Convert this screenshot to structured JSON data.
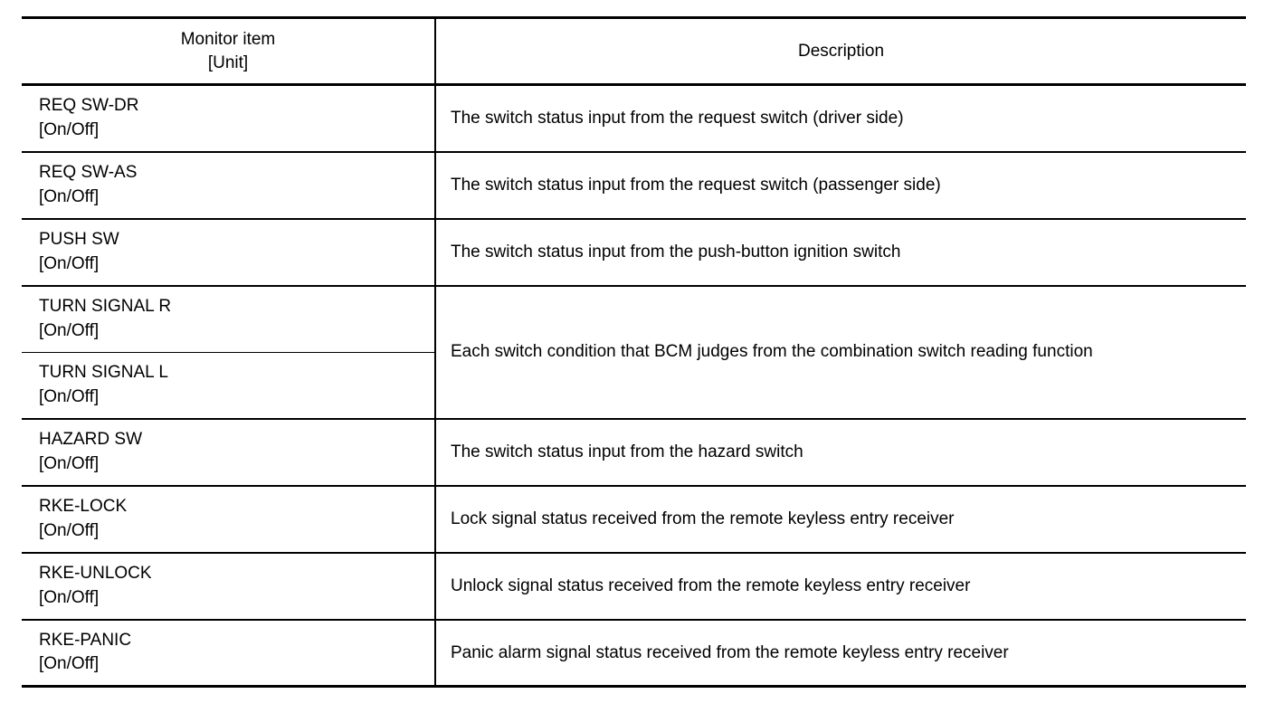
{
  "table": {
    "headers": {
      "monitor_item_line1": "Monitor item",
      "monitor_item_line2": "[Unit]",
      "description": "Description"
    },
    "rows": [
      {
        "name": "REQ SW-DR",
        "unit": "[On/Off]",
        "description": "The switch status input from the request switch (driver side)"
      },
      {
        "name": "REQ SW-AS",
        "unit": "[On/Off]",
        "description": "The switch status input from the request switch (passenger side)"
      },
      {
        "name": "PUSH SW",
        "unit": "[On/Off]",
        "description": "The switch status input from the push-button ignition switch"
      },
      {
        "name": "TURN SIGNAL R",
        "unit": "[On/Off]",
        "description": "Each switch condition that BCM judges from the combination switch reading function"
      },
      {
        "name": "TURN SIGNAL L",
        "unit": "[On/Off]",
        "description": ""
      },
      {
        "name": "HAZARD SW",
        "unit": "[On/Off]",
        "description": "The switch status input from the hazard switch"
      },
      {
        "name": "RKE-LOCK",
        "unit": "[On/Off]",
        "description": "Lock signal status received from the remote keyless entry receiver"
      },
      {
        "name": "RKE-UNLOCK",
        "unit": "[On/Off]",
        "description": "Unlock signal status received from the remote keyless entry receiver"
      },
      {
        "name": "RKE-PANIC",
        "unit": "[On/Off]",
        "description": "Panic alarm signal status received from the remote keyless entry receiver"
      }
    ]
  }
}
